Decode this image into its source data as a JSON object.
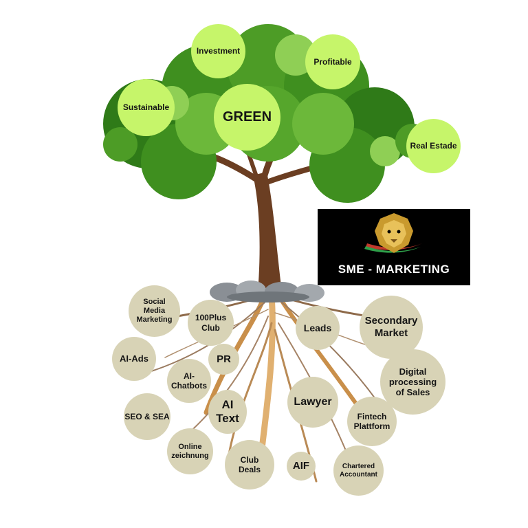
{
  "diagram": {
    "canopy_nodes": [
      {
        "id": "investment",
        "label": "Investment"
      },
      {
        "id": "profitable",
        "label": "Profitable"
      },
      {
        "id": "sustainable",
        "label": "Sustainable"
      },
      {
        "id": "green",
        "label": "GREEN"
      },
      {
        "id": "real-estade",
        "label": "Real Estade"
      }
    ],
    "root_nodes": [
      {
        "id": "social-media-marketing",
        "label": "Social\nMedia\nMarketing"
      },
      {
        "id": "100plus-club",
        "label": "100Plus\nClub"
      },
      {
        "id": "leads",
        "label": "Leads"
      },
      {
        "id": "secondary-market",
        "label": "Secondary\nMarket"
      },
      {
        "id": "ai-ads",
        "label": "AI-Ads"
      },
      {
        "id": "pr",
        "label": "PR"
      },
      {
        "id": "ai-chatbots",
        "label": "AI-\nChatbots"
      },
      {
        "id": "digital-processing",
        "label": "Digital\nprocessing\nof Sales"
      },
      {
        "id": "seo-sea",
        "label": "SEO & SEA"
      },
      {
        "id": "ai-text",
        "label": "AI\nText"
      },
      {
        "id": "lawyer",
        "label": "Lawyer"
      },
      {
        "id": "fintech-plattform",
        "label": "Fintech\nPlattform"
      },
      {
        "id": "online-zeichnung",
        "label": "Online\nzeichnung"
      },
      {
        "id": "club-deals",
        "label": "Club\nDeals"
      },
      {
        "id": "aif",
        "label": "AIF"
      },
      {
        "id": "chartered-accountant",
        "label": "Chartered\nAccountant"
      }
    ]
  },
  "logo": {
    "text": "SME - MARKETING",
    "icon": "lion-head-icon"
  },
  "colors": {
    "leaf_node": "#c6f56a",
    "root_node": "#d8d3b6",
    "foliage": "#3f8f1f",
    "trunk": "#6b3e22",
    "roots": "#c98f4a"
  }
}
